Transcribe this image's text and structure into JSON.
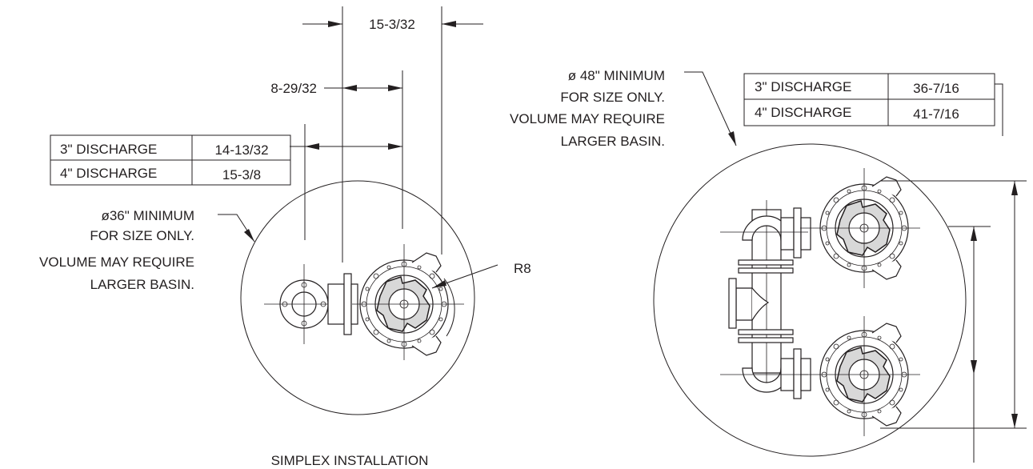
{
  "simplex": {
    "table": [
      {
        "label": "3\" DISCHARGE",
        "value": "14-13/32"
      },
      {
        "label": "4\" DISCHARGE",
        "value": "15-3/8"
      }
    ],
    "dim_top": "15-3/32",
    "dim_mid": "8-29/32",
    "basin_note": [
      "ø36\" MINIMUM",
      "FOR SIZE ONLY.",
      "VOLUME MAY REQUIRE",
      "LARGER BASIN."
    ],
    "radius_label": "R8",
    "caption": "SIMPLEX INSTALLATION"
  },
  "duplex": {
    "table": [
      {
        "label": "3\" DISCHARGE",
        "value": "36-7/16"
      },
      {
        "label": "4\" DISCHARGE",
        "value": "41-7/16"
      }
    ],
    "basin_note": [
      "ø 48\" MINIMUM",
      "FOR SIZE ONLY.",
      "VOLUME MAY REQUIRE",
      "LARGER BASIN."
    ]
  }
}
